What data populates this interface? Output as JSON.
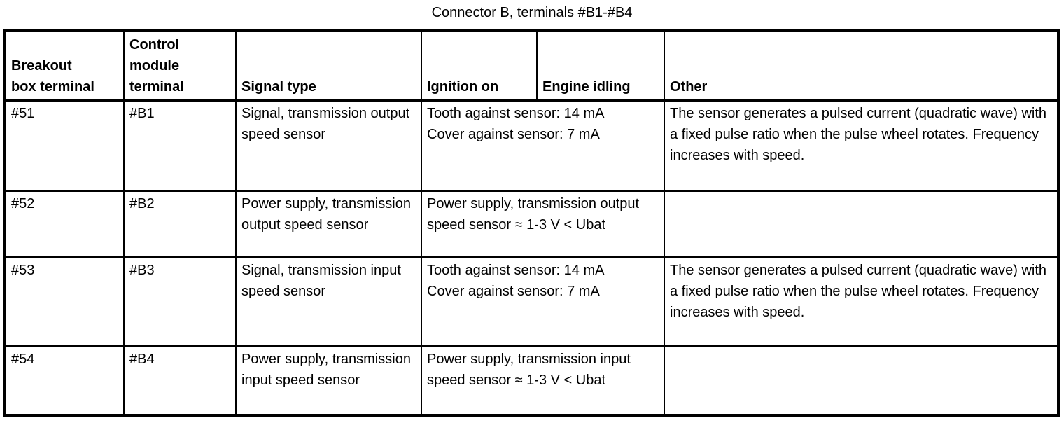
{
  "title": "Connector B, terminals #B1-#B4",
  "table": {
    "headers": {
      "breakout": "Breakout\nbox terminal",
      "module": "Control\nmodule\nterminal",
      "signal": "Signal type",
      "ignition": "Ignition on",
      "idling": "Engine idling",
      "other": "Other"
    },
    "rows": [
      {
        "breakout": "#51",
        "module": "#B1",
        "signal": "Signal, transmission output speed sensor",
        "ignition_idling": "Tooth against sensor: 14 mA\nCover against sensor: 7 mA",
        "other": "The sensor generates a pulsed current (quadratic wave) with a fixed pulse ratio when the pulse wheel rotates. Frequency increases with speed."
      },
      {
        "breakout": "#52",
        "module": "#B2",
        "signal": "Power supply, transmission output speed sensor",
        "ignition_idling": "Power supply, transmission output speed sensor ≈ 1-3 V < Ubat",
        "other": ""
      },
      {
        "breakout": "#53",
        "module": "#B3",
        "signal": "Signal, transmission input speed sensor",
        "ignition_idling": "Tooth against sensor: 14 mA\nCover against sensor: 7 mA",
        "other": "The sensor generates a pulsed current (quadratic wave) with a fixed pulse ratio when the pulse wheel rotates. Frequency increases with speed."
      },
      {
        "breakout": "#54",
        "module": "#B4",
        "signal": "Power supply, transmission input speed sensor",
        "ignition_idling": "Power supply, transmission input speed sensor ≈ 1-3 V < Ubat",
        "other": ""
      }
    ]
  }
}
